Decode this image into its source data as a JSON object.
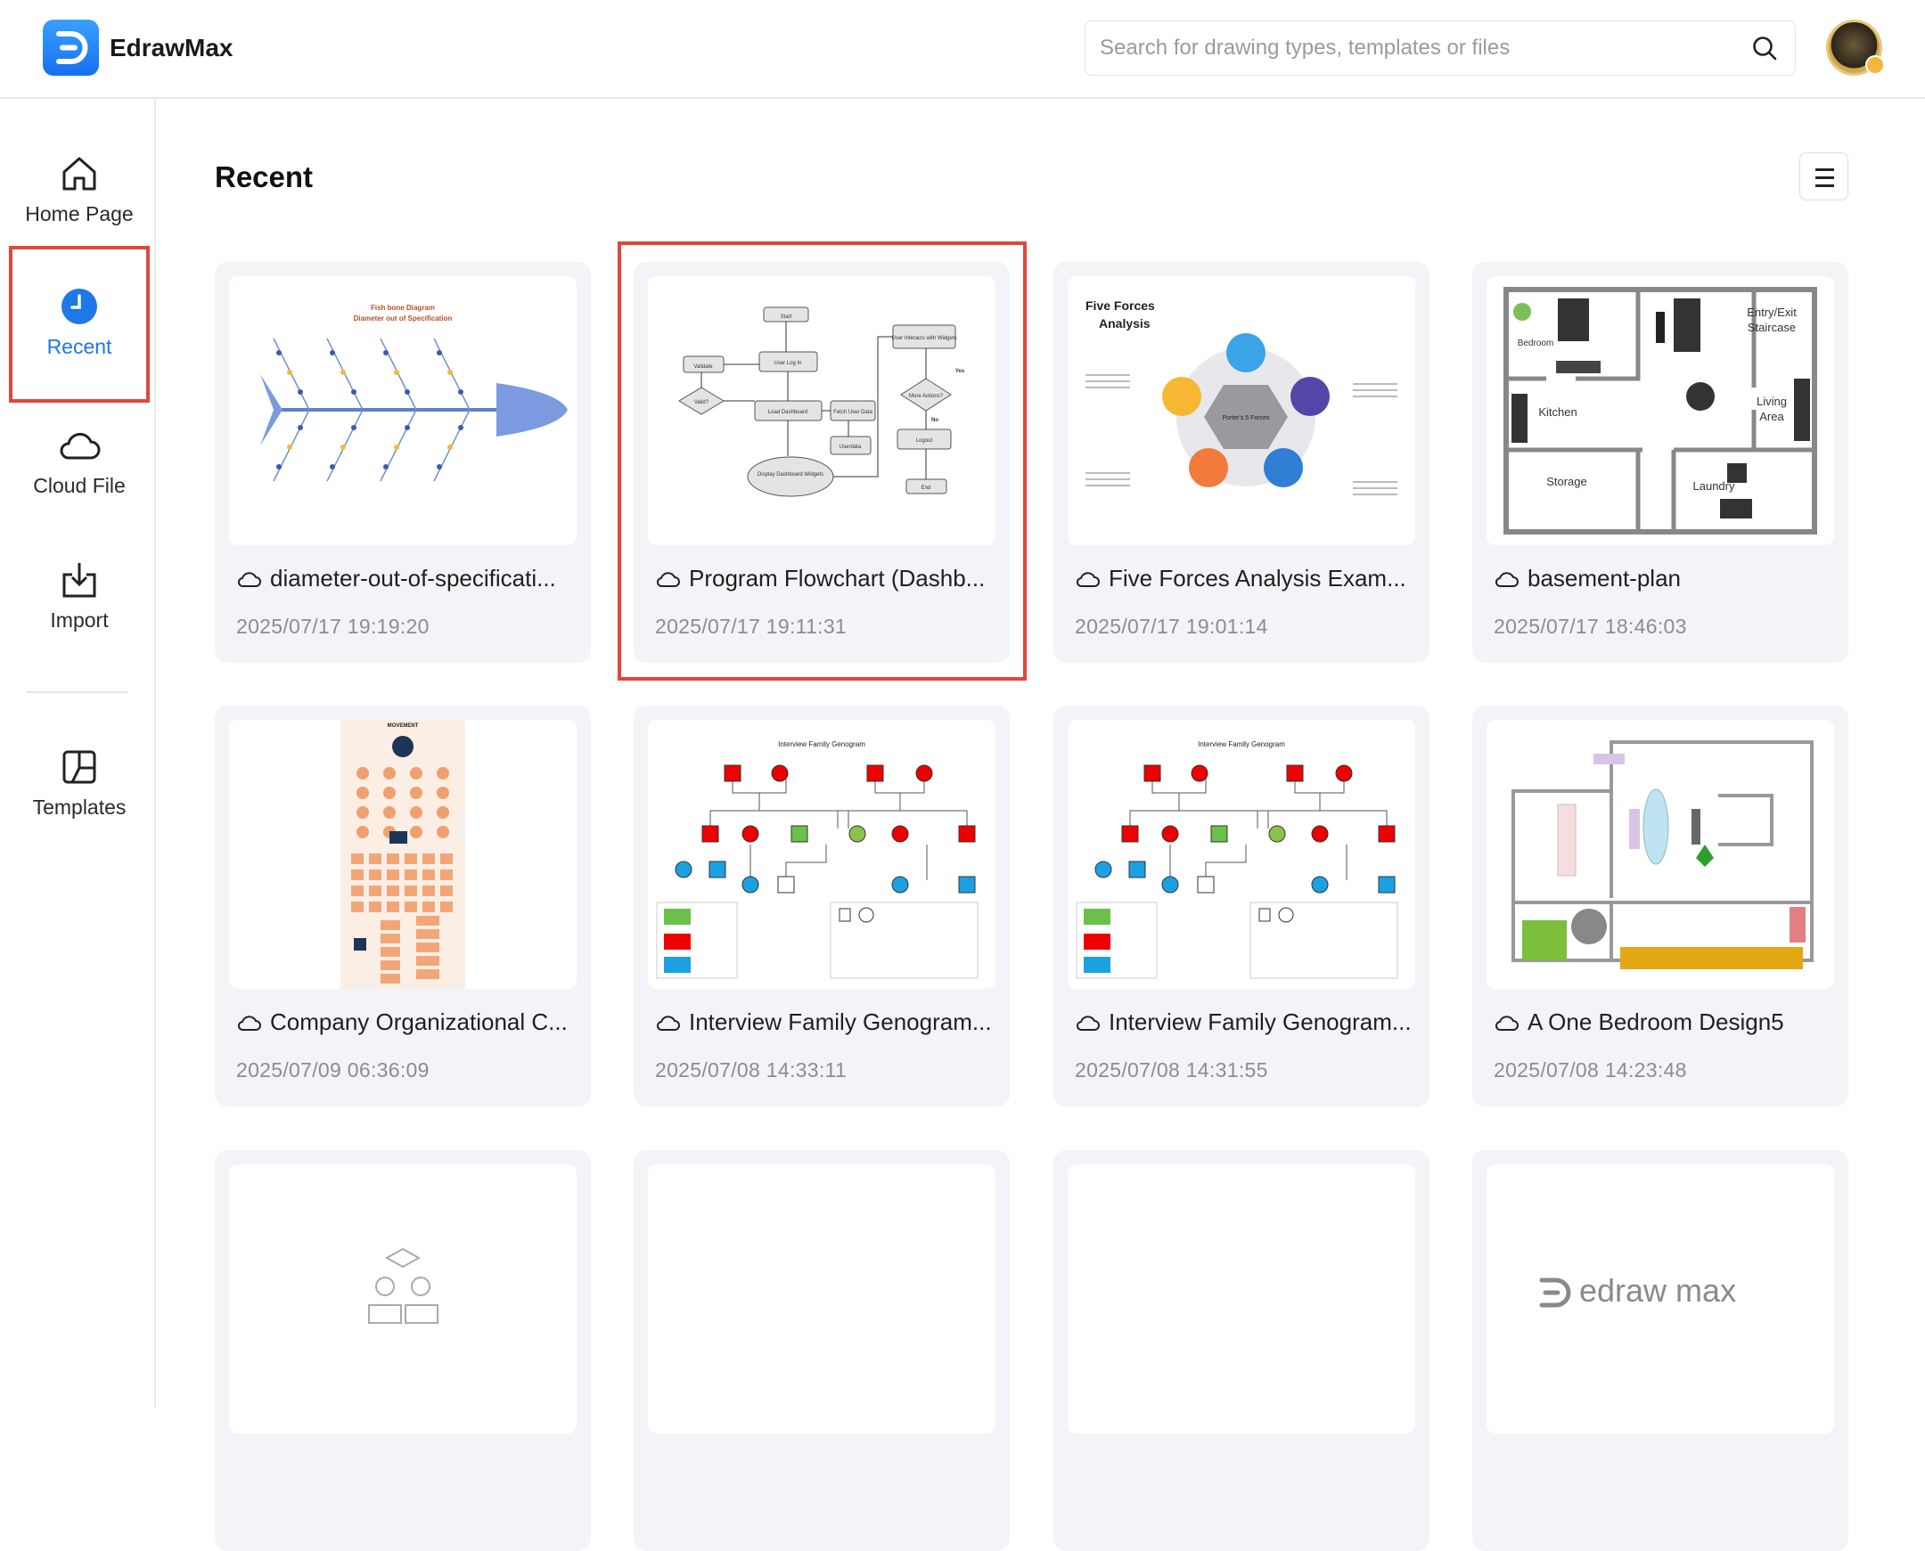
{
  "app": {
    "brand": "EdrawMax"
  },
  "search": {
    "placeholder": "Search for drawing types, templates or files",
    "value": ""
  },
  "sidebar": {
    "items": [
      {
        "label": "Home Page",
        "icon": "home-icon"
      },
      {
        "label": "Recent",
        "icon": "clock-icon",
        "active": true
      },
      {
        "label": "Cloud File",
        "icon": "cloud-icon"
      },
      {
        "label": "Import",
        "icon": "import-icon"
      },
      {
        "label": "Templates",
        "icon": "templates-icon"
      }
    ]
  },
  "main": {
    "title": "Recent",
    "view_toggle_icon": "list-icon",
    "selected_index": 1,
    "files": [
      {
        "name": "diameter-out-of-specificati...",
        "date": "2025/07/17 19:19:20",
        "thumb": "fishbone",
        "thumb_text": [
          "Fish bone Diagram",
          "Diameter out of Specification"
        ]
      },
      {
        "name": "Program Flowchart (Dashb...",
        "date": "2025/07/17 19:11:31",
        "thumb": "flowchart",
        "thumb_text": [
          "Start",
          "User Log In",
          "Validate",
          "Valid?",
          "Load Dashboard",
          "Fetch User Data",
          "Userdata",
          "Display Dashboard Widgets",
          "User Interacts with Widgets",
          "More Actions?",
          "Logout",
          "End",
          "Yes",
          "No"
        ]
      },
      {
        "name": "Five Forces Analysis Exam...",
        "date": "2025/07/17 19:01:14",
        "thumb": "fiveforces",
        "thumb_text": [
          "Five Forces",
          "Analysis",
          "Porter's 5 Forces"
        ]
      },
      {
        "name": "basement-plan",
        "date": "2025/07/17 18:46:03",
        "thumb": "basement",
        "thumb_text": [
          "Bedroom",
          "Entry/Exit",
          "Staircase",
          "Kitchen",
          "Living",
          "Area",
          "Storage",
          "Laundry"
        ]
      },
      {
        "name": "Company Organizational C...",
        "date": "2025/07/09 06:36:09",
        "thumb": "org",
        "thumb_text": [
          "MOVEMENT"
        ]
      },
      {
        "name": "Interview Family Genogram...",
        "date": "2025/07/08 14:33:11",
        "thumb": "genogram",
        "thumb_text": [
          "Interview Family Genogram"
        ]
      },
      {
        "name": "Interview Family Genogram...",
        "date": "2025/07/08 14:31:55",
        "thumb": "genogram",
        "thumb_text": [
          "Interview Family Genogram"
        ]
      },
      {
        "name": "A One Bedroom Design5",
        "date": "2025/07/08 14:23:48",
        "thumb": "bedroom",
        "thumb_text": []
      },
      {
        "name": "",
        "date": "",
        "thumb": "placeholder",
        "thumb_text": []
      },
      {
        "name": "",
        "date": "",
        "thumb": "blank",
        "thumb_text": []
      },
      {
        "name": "",
        "date": "",
        "thumb": "blank",
        "thumb_text": []
      },
      {
        "name": "",
        "date": "",
        "thumb": "logo",
        "thumb_text": [
          "edraw max"
        ]
      }
    ]
  },
  "colors": {
    "accent": "#1e78e6",
    "highlight": "#e0473c",
    "card_bg": "#f3f4f8"
  }
}
